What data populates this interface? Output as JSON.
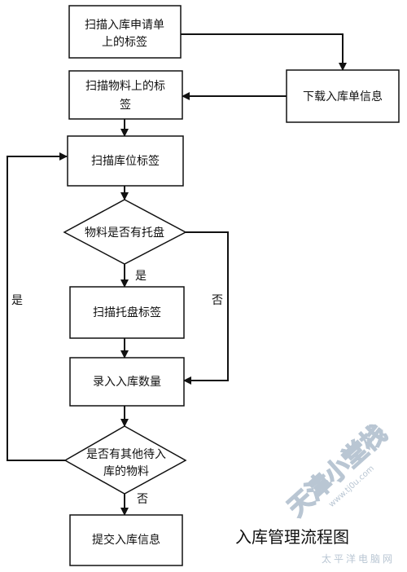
{
  "title": "入库管理流程图",
  "nodes": {
    "scan_request": [
      "扫描入库申请单",
      "上的标签"
    ],
    "download": [
      "下载入库单信息"
    ],
    "scan_material": [
      "扫描物料上的标",
      "签"
    ],
    "scan_location": [
      "扫描库位标签"
    ],
    "has_pallet": [
      "物料是否有托盘"
    ],
    "scan_pallet": [
      "扫描托盘标签"
    ],
    "enter_qty": [
      "录入入库数量"
    ],
    "other_materials": [
      "是否有其他待入",
      "库的物料"
    ],
    "submit": [
      "提交入库信息"
    ]
  },
  "edge_labels": {
    "pallet_yes": "是",
    "pallet_no": "否",
    "loop_yes": "是",
    "end_no": "否"
  },
  "watermark": {
    "main": "天津小堂栈",
    "url": "www.tj0u.com",
    "bottom": "太平洋电脑网"
  },
  "colors": {
    "stroke": "#111111",
    "fill": "#ffffff",
    "watermark": "#b9c6d3"
  }
}
